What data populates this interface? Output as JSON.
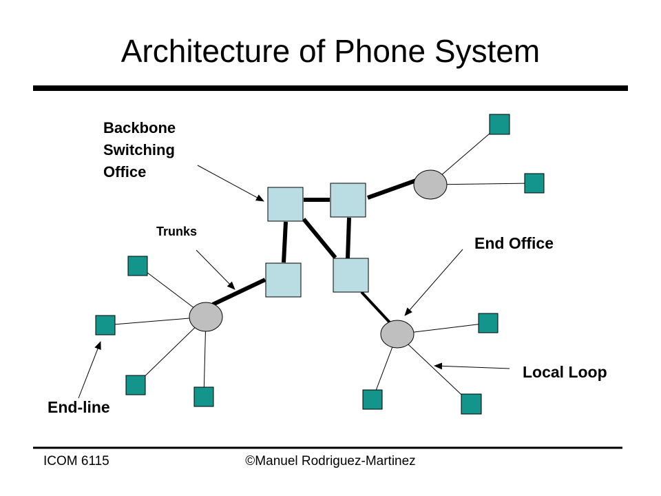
{
  "title": "Architecture of Phone System",
  "labels": {
    "backbone_line1": "Backbone",
    "backbone_line2": "Switching",
    "backbone_line3": "Office",
    "trunks": "Trunks",
    "end_office": "End Office",
    "local_loop": "Local Loop",
    "end_line": "End-line"
  },
  "footer": {
    "course": "ICOM 6115",
    "author": "©Manuel Rodriguez-Martinez"
  },
  "colors": {
    "backbone_box": "#b9dde2",
    "end_office_circle": "#bfbfbf",
    "endpoint_square": "#14958c",
    "rule": "#000000"
  }
}
